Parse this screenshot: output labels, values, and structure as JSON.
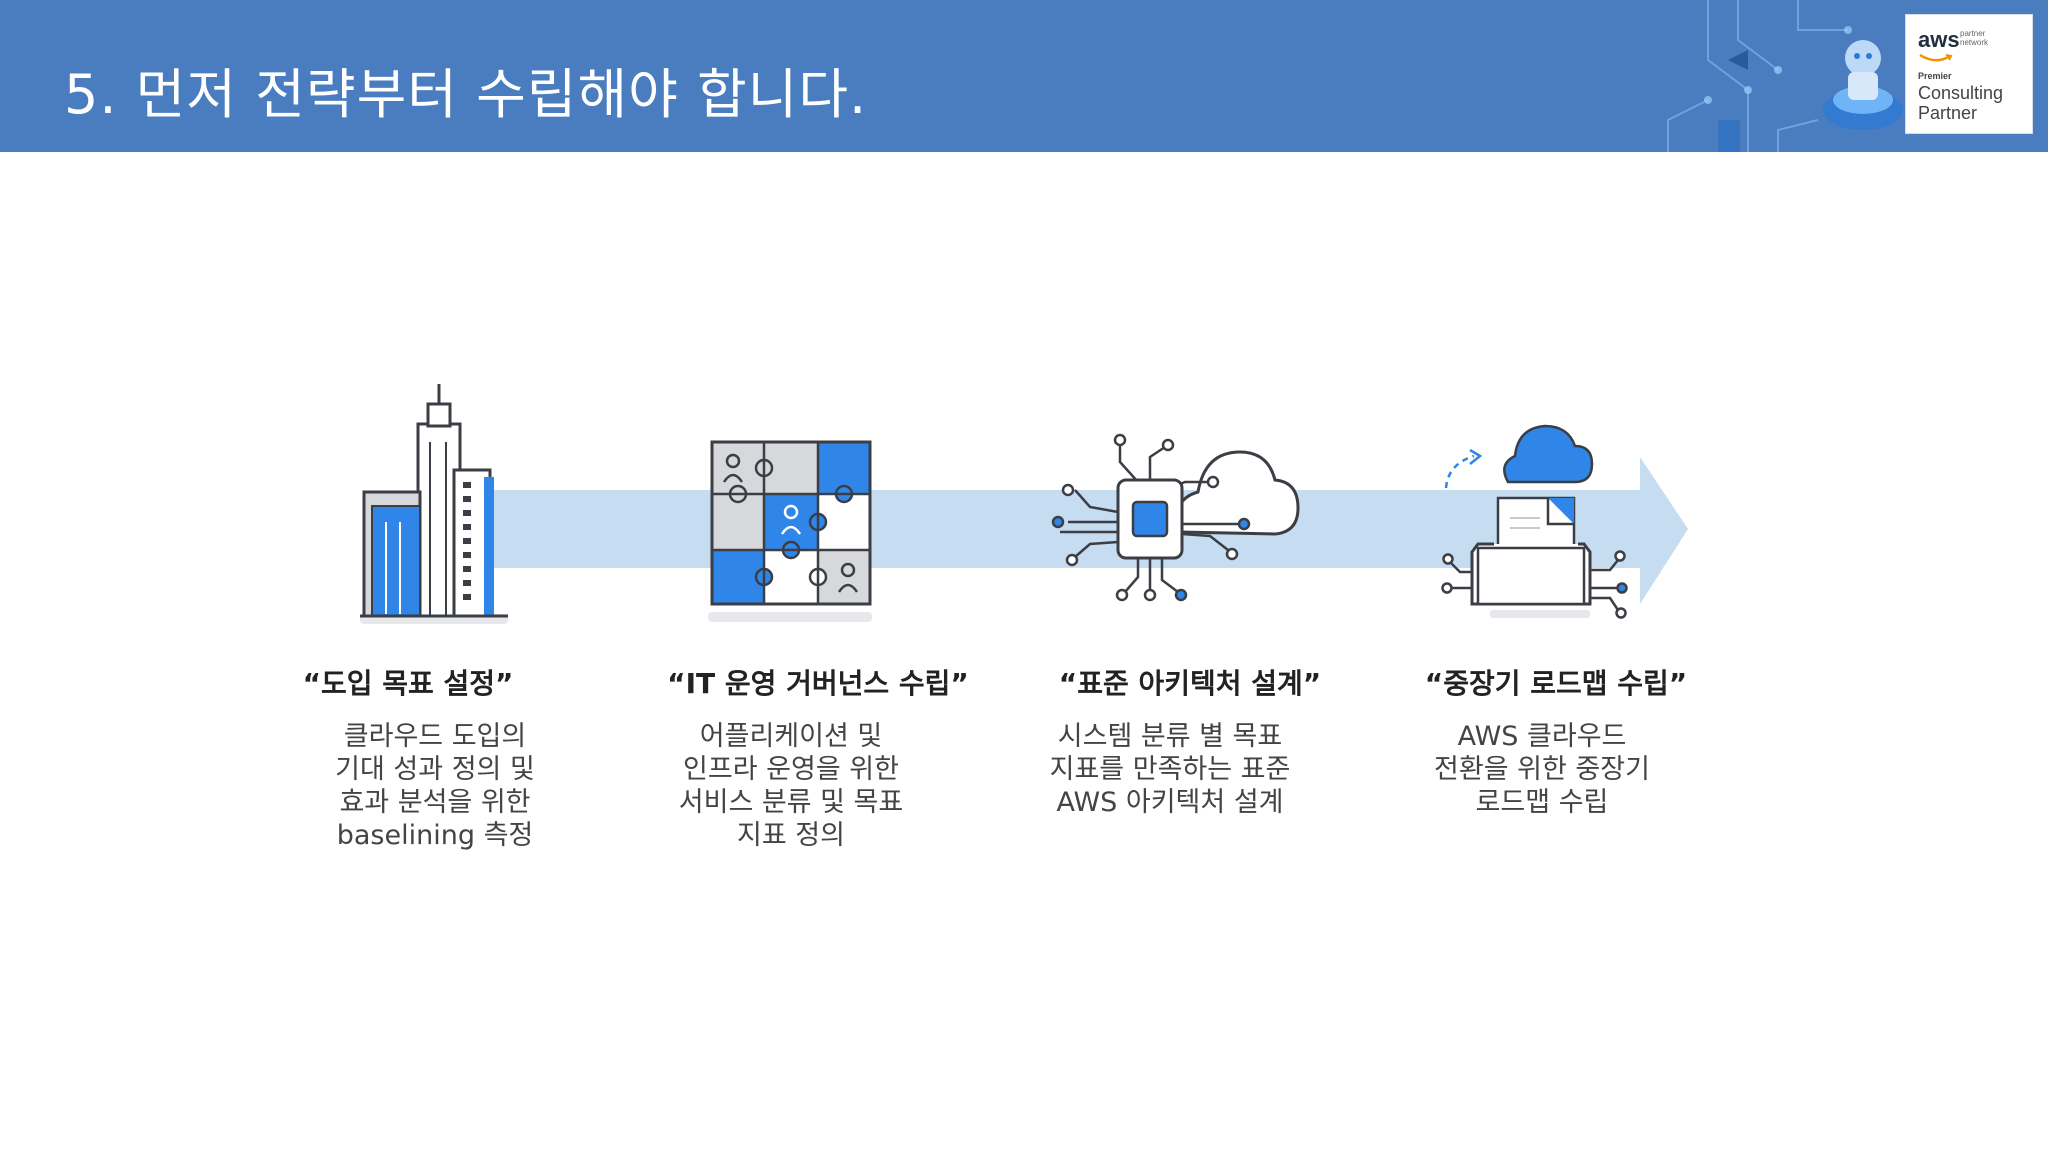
{
  "slide": {
    "title": "5. 먼저 전략부터 수립해야 합니다."
  },
  "badge": {
    "brand": "aws",
    "network_line1": "partner",
    "network_line2": "network",
    "tier": "Premier",
    "type_line1": "Consulting",
    "type_line2": "Partner"
  },
  "steps": [
    {
      "icon": "building-icon",
      "title": "“도입 목표 설정”",
      "desc": [
        "클라우드 도입의",
        "기대 성과 정의 및",
        "효과 분석을 위한",
        "baselining 측정"
      ]
    },
    {
      "icon": "puzzle-icon",
      "title": "“IT 운영 거버넌스 수립”",
      "desc": [
        "어플리케이션 및",
        "인프라 운영을 위한",
        "서비스 분류 및 목표",
        "지표 정의"
      ]
    },
    {
      "icon": "chip-cloud-icon",
      "title": "“표준 아키텍처 설계”",
      "desc": [
        "시스템 분류 별 목표",
        "지표를 만족하는 표준",
        "AWS 아키텍처 설계"
      ]
    },
    {
      "icon": "cloud-document-icon",
      "title": "“중장기 로드맵 수립”",
      "desc": [
        "AWS 클라우드",
        "전환을 위한  중장기",
        "로드맵 수립"
      ]
    }
  ],
  "colors": {
    "header_bg": "#4a7cc0",
    "accent_blue": "#2f86e8",
    "arrow_band": "#c6dcf1",
    "icon_gray": "#d6d8dc"
  }
}
